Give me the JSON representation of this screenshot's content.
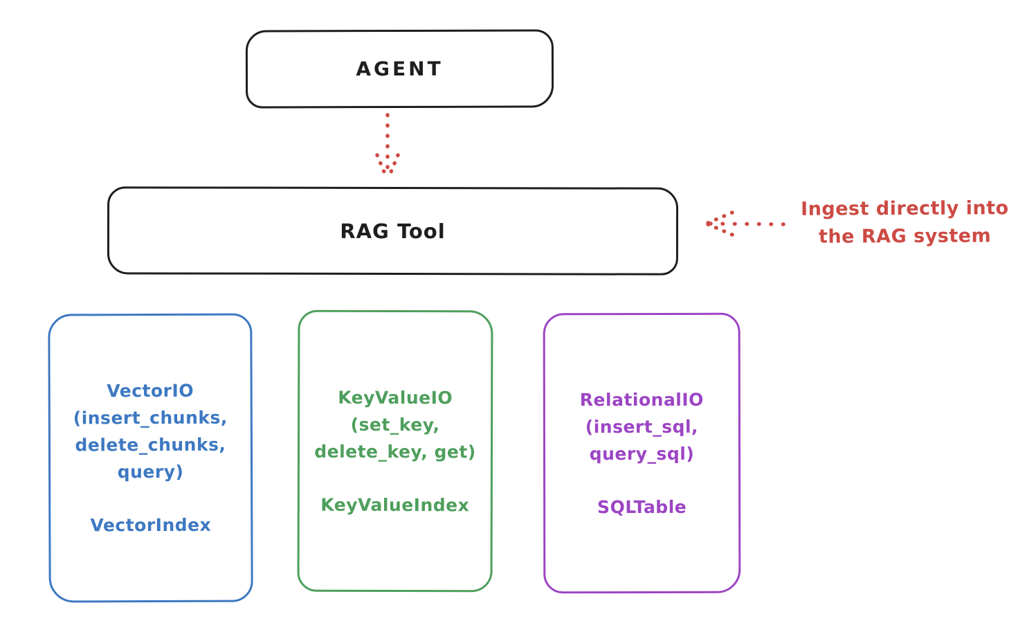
{
  "diagram": {
    "agent": {
      "label": "AGENT"
    },
    "rag_tool": {
      "label": "RAG Tool"
    },
    "annotation": {
      "line1": "Ingest directly into",
      "line2": "the RAG system",
      "color": "#cd4a44"
    },
    "arrows": [
      {
        "name": "agent-to-rag-tool",
        "style": "dotted",
        "direction": "down",
        "color": "#cd4a44"
      },
      {
        "name": "annotation-to-rag-tool",
        "style": "dotted",
        "direction": "left",
        "color": "#cd4a44"
      }
    ],
    "backends": [
      {
        "id": "vector-io",
        "color": "#3d78c2",
        "lines": [
          "VectorIO",
          "(insert_chunks,",
          "delete_chunks,",
          "query)"
        ],
        "index": "VectorIndex"
      },
      {
        "id": "keyvalue-io",
        "color": "#4e9f5c",
        "lines": [
          "KeyValueIO",
          "(set_key,",
          "delete_key, get)"
        ],
        "index": "KeyValueIndex"
      },
      {
        "id": "relational-io",
        "color": "#9c45c4",
        "lines": [
          "RelationalIO",
          "(insert_sql,",
          "query_sql)"
        ],
        "index": "SQLTable"
      }
    ],
    "colors": {
      "ink": "#1e1e1e",
      "red": "#cd4a44",
      "blue": "#3d78c2",
      "green": "#4e9f5c",
      "purple": "#9c45c4",
      "background": "#ffffff"
    }
  }
}
